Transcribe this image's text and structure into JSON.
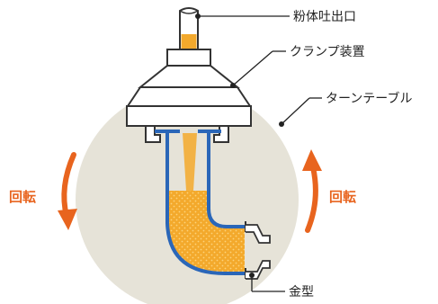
{
  "labels": {
    "powder_outlet": "粉体吐出口",
    "clamp_device": "クランプ装置",
    "turntable": "ターンテーブル",
    "mold": "金型"
  },
  "rotation": {
    "left_label": "回転",
    "right_label": "回転"
  },
  "colors": {
    "accent_orange": "#e8641e",
    "powder": "#f3a92c",
    "mold_blue": "#2a66b8",
    "turntable_fill": "#e6e3d8",
    "outline": "#333333",
    "clamp_fill": "#ffffff"
  }
}
